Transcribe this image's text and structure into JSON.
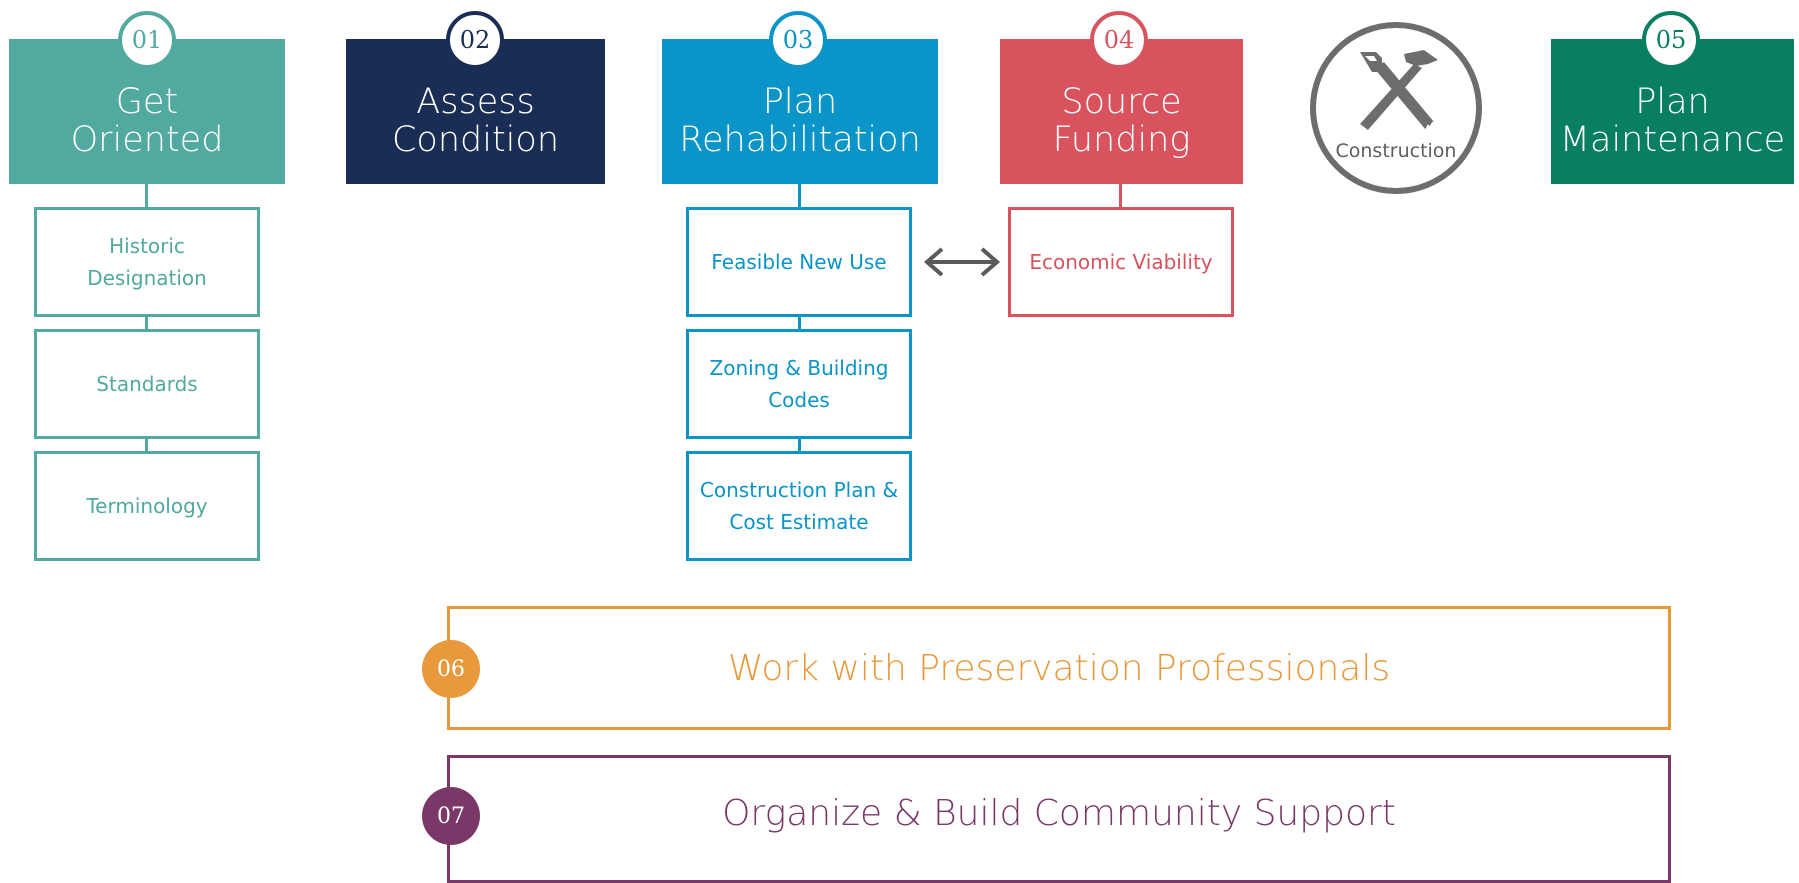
{
  "steps": [
    {
      "number": "01",
      "line1": "Get",
      "line2": "Oriented",
      "color": "#52a99f"
    },
    {
      "number": "02",
      "line1": "Assess",
      "line2": "Condition",
      "color": "#1a2e55"
    },
    {
      "number": "03",
      "line1": "Plan",
      "line2": "Rehabilitation",
      "color": "#0a94c7"
    },
    {
      "number": "04",
      "line1": "Source",
      "line2": "Funding",
      "color": "#d9535e"
    },
    {
      "number": "05",
      "line1": "Plan",
      "line2": "Maintenance",
      "color": "#077f60"
    }
  ],
  "construction": {
    "label": "Construction",
    "icon": "saw-hammer-icon"
  },
  "oriented_items": [
    {
      "line1": "Historic",
      "line2": "Designation"
    },
    {
      "line1": "Standards",
      "line2": ""
    },
    {
      "line1": "Terminology",
      "line2": ""
    }
  ],
  "rehab_items": [
    {
      "line1": "Feasible New Use",
      "line2": ""
    },
    {
      "line1": "Zoning & Building",
      "line2": "Codes"
    },
    {
      "line1": "Construction Plan &",
      "line2": "Cost Estimate"
    }
  ],
  "funding_items": [
    {
      "line1": "Economic Viability",
      "line2": ""
    }
  ],
  "connector": {
    "icon": "double-arrow-icon"
  },
  "bars": [
    {
      "number": "06",
      "label": "Work with Preservation Professionals",
      "color": "#e8993c"
    },
    {
      "number": "07",
      "label": "Organize & Build Community Support",
      "color": "#7a3868"
    }
  ]
}
